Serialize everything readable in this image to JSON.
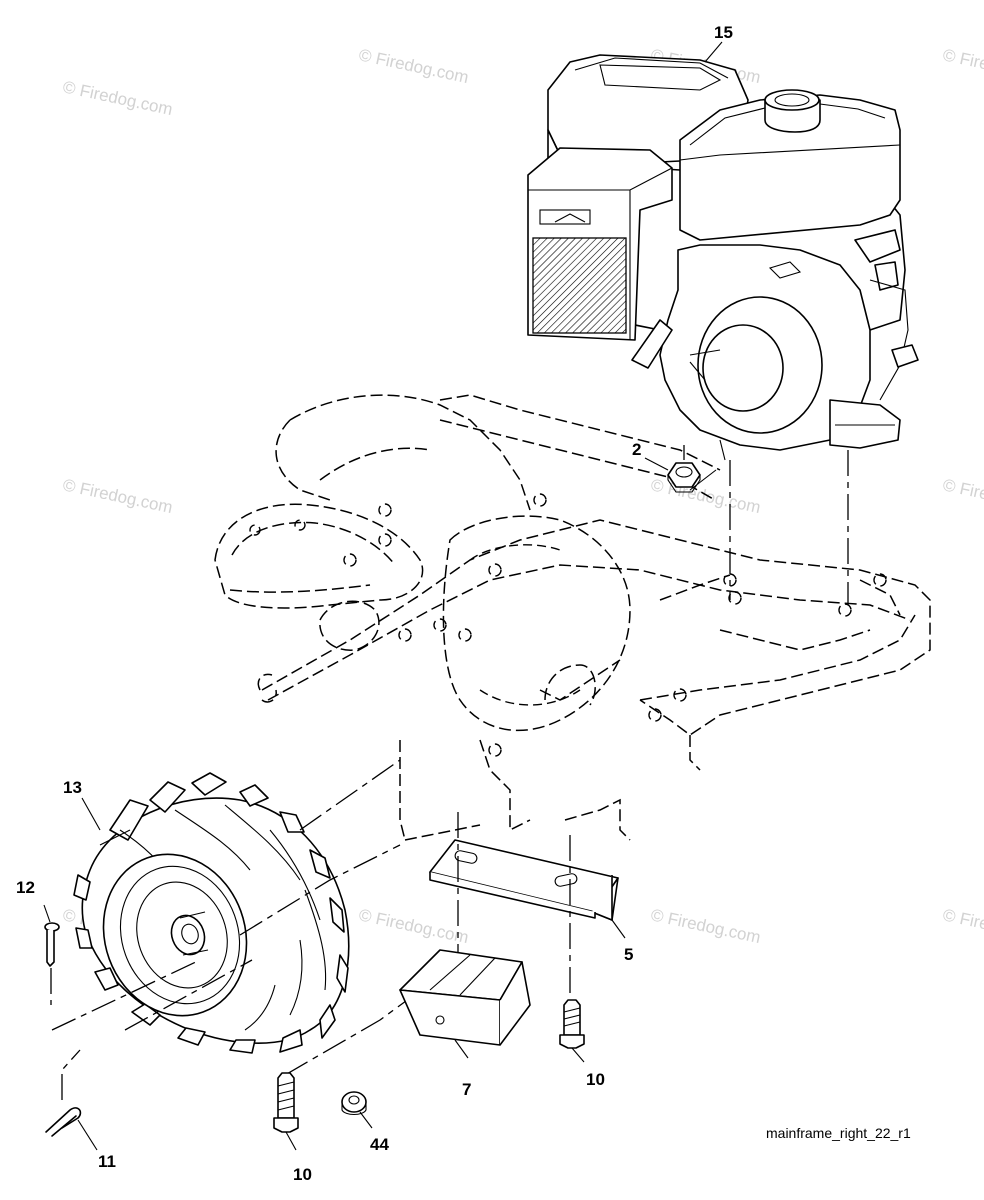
{
  "watermark": "© Firedog.com",
  "caption": "mainframe_right_22_r1",
  "callouts": {
    "c15": "15",
    "c2": "2",
    "c13": "13",
    "c12": "12",
    "c5": "5",
    "c10a": "10",
    "c7": "7",
    "c44": "44",
    "c10b": "10",
    "c11": "11"
  }
}
